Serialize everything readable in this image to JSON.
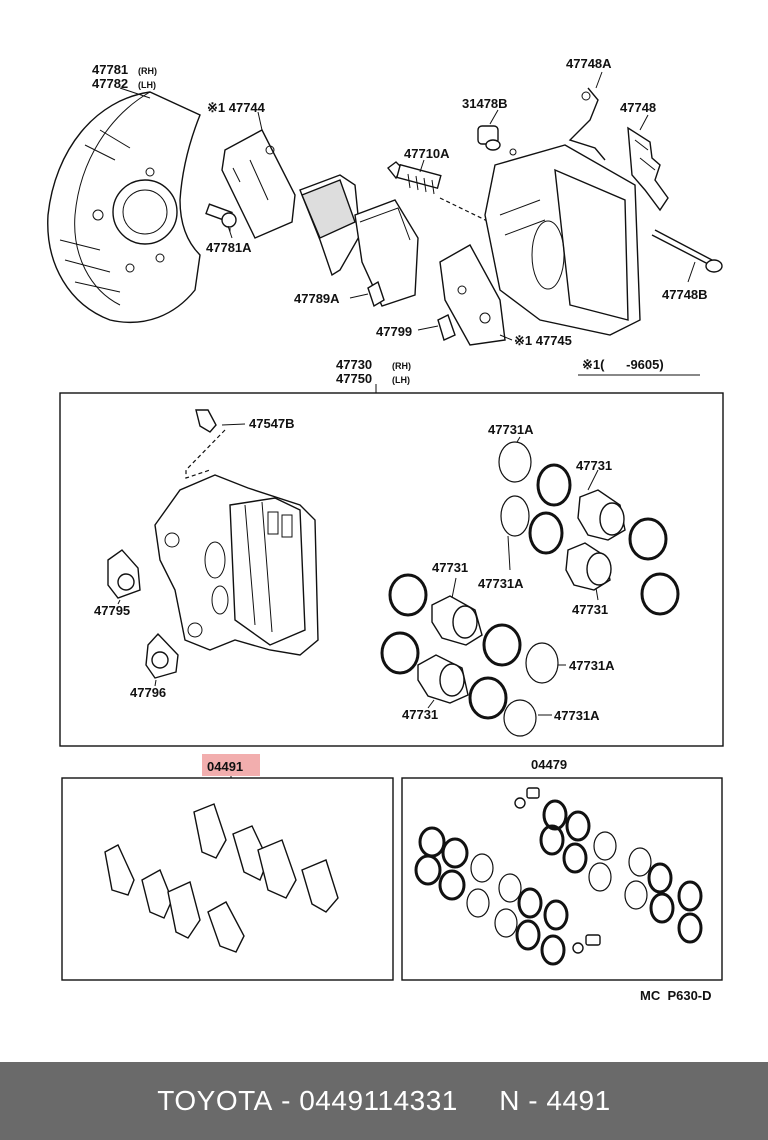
{
  "labels": {
    "shield_num_a": "47781",
    "shield_num_b": "47782",
    "rh": "(RH)",
    "lh": "(LH)",
    "shim_note_744": "※1 47744",
    "bolt_781a": "47781A",
    "cap_478b": "31478B",
    "bolt_710a": "47710A",
    "pin_748a": "47748A",
    "spring_748": "47748",
    "pin_748b": "47748B",
    "clip_789a": "47789A",
    "clip_799": "47799",
    "shim_note_745": "※1 47745",
    "period_note": "※1(      -9605)",
    "caliper_rh": "47730",
    "caliper_lh": "47750",
    "bleeder": "47547B",
    "ring_731a_1": "47731A",
    "piston_731_1": "47731",
    "ring_731a_2": "47731A",
    "piston_731_2": "47731",
    "piston_731_3": "47731",
    "boot_795": "47795",
    "boot_796": "47796",
    "ring_731a_3": "47731A",
    "piston_731_4": "47731",
    "ring_731a_4": "47731A",
    "kit_pad": "04491",
    "kit_seal": "04479",
    "ref_code": "MC  P630-D"
  },
  "footer": {
    "brand": "TOYOTA",
    "sep1": " - ",
    "part_number": "0449114331",
    "gap": "     ",
    "catalog_ref": "N - 4491"
  }
}
